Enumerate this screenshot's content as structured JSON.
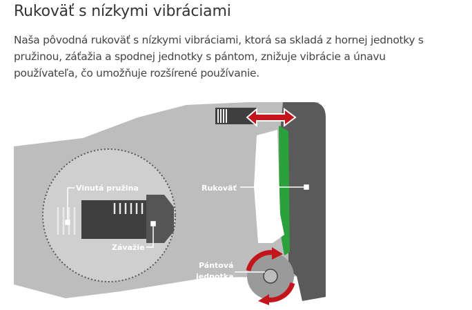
{
  "heading": "Rukoväť s nízkymi vibráciami",
  "description": "Naša pôvodná rukoväť s nízkymi vibráciami, ktorá sa skladá z hornej jednotky s pružinou, záťažia a spodnej jednotky s pántom, znižuje vibrácie a únavu používateľa, čo umožňuje rozšírené používanie.",
  "diagram": {
    "labels": {
      "spring": "Vinutá pružina",
      "weight": "Závažie",
      "handle": "Rukoväť",
      "hinge_line1": "Pántová",
      "hinge_line2": "jednotka"
    },
    "colors": {
      "body_light": "#bdbdbd",
      "body_dark": "#5a5a5a",
      "accent_green": "#2aa13a",
      "arrow_red": "#c3161c",
      "inset_bg": "#cfcfcf"
    },
    "icons": [
      "double-arrow-horizontal",
      "rotation-arrows"
    ]
  }
}
